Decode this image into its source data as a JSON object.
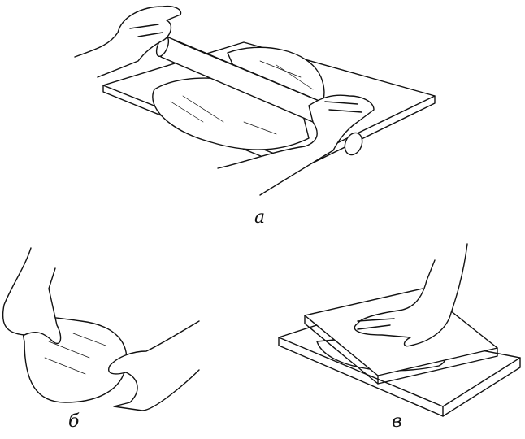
{
  "figure": {
    "labels": {
      "a": "а",
      "b": "б",
      "v": "в"
    }
  }
}
